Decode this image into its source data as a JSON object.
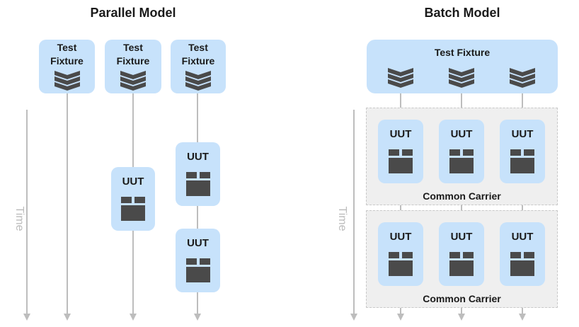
{
  "parallel": {
    "title": "Parallel Model",
    "fixtures": [
      {
        "label_line1": "Test",
        "label_line2": "Fixture",
        "icon": "fixture-layers-icon"
      },
      {
        "label_line1": "Test",
        "label_line2": "Fixture",
        "icon": "fixture-layers-icon"
      },
      {
        "label_line1": "Test",
        "label_line2": "Fixture",
        "icon": "fixture-layers-icon"
      }
    ],
    "uuts": [
      {
        "label": "UUT",
        "icon": "box-icon"
      },
      {
        "label": "UUT",
        "icon": "box-icon"
      },
      {
        "label": "UUT",
        "icon": "box-icon"
      }
    ],
    "time_label": "Time"
  },
  "batch": {
    "title": "Batch Model",
    "fixture_label": "Test Fixture",
    "fixture_icon": "fixture-layers-icon",
    "carriers": [
      {
        "label": "Common Carrier",
        "uuts": [
          "UUT",
          "UUT",
          "UUT"
        ]
      },
      {
        "label": "Common Carrier",
        "uuts": [
          "UUT",
          "UUT",
          "UUT"
        ]
      }
    ],
    "time_label": "Time"
  },
  "colors": {
    "box_fill": "#c7e2fb",
    "icon_dark": "#4a4a4a",
    "arrow_gray": "#bdbdbd",
    "carrier_fill": "#efefef",
    "carrier_border": "#c9c9c9"
  }
}
